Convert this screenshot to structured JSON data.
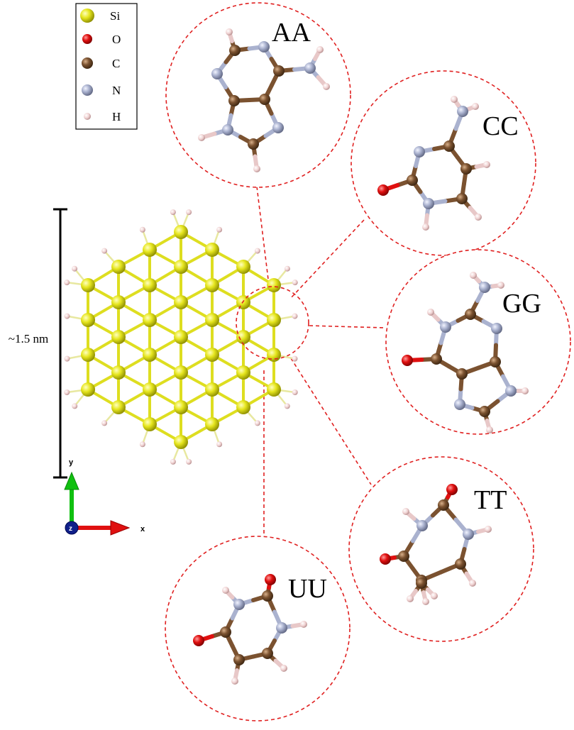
{
  "legend": {
    "items": [
      {
        "label": "Si",
        "color": "#e6e61e"
      },
      {
        "label": "O",
        "color": "#e01010"
      },
      {
        "label": "C",
        "color": "#7b5230"
      },
      {
        "label": "N",
        "color": "#aab2cf"
      },
      {
        "label": "H",
        "color": "#f0d2d2"
      }
    ]
  },
  "scale_label": "~1.5 nm",
  "axes": {
    "y_label": "y",
    "x_label": "x",
    "z_label": "z"
  },
  "molecules": [
    {
      "id": "aa",
      "label": "AA"
    },
    {
      "id": "cc",
      "label": "CC"
    },
    {
      "id": "gg",
      "label": "GG"
    },
    {
      "id": "tt",
      "label": "TT"
    },
    {
      "id": "uu",
      "label": "UU"
    }
  ],
  "colors": {
    "silicon": "#e6e61e",
    "oxygen": "#e01010",
    "carbon": "#7b5230",
    "nitrogen": "#aab2cf",
    "hydrogen": "#f0d2d2",
    "dashed_circle": "#e02020",
    "bond_si": "#dede20"
  }
}
